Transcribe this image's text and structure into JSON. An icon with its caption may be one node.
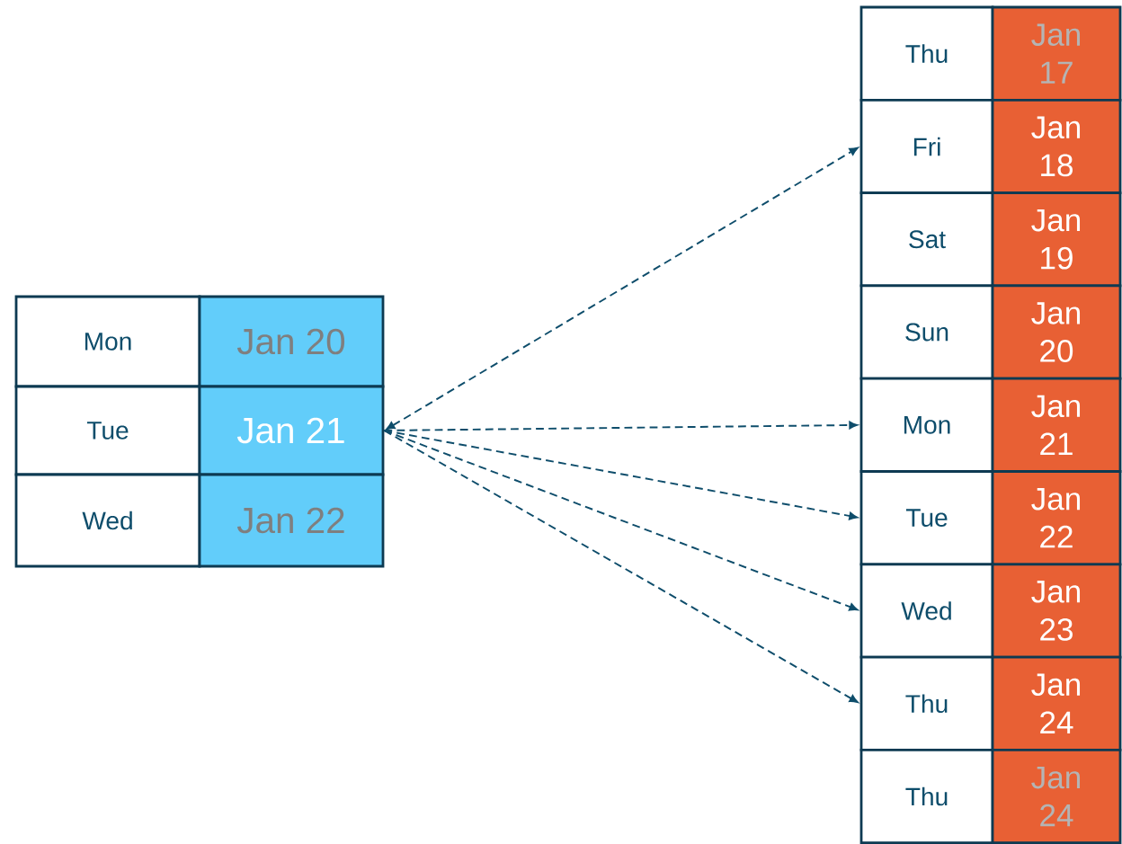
{
  "diagram": {
    "nodes": [
      {
        "text": [
          "Mon"
        ]
      },
      {
        "text": [
          "Jan 20"
        ]
      },
      {
        "text": [
          "Tue"
        ]
      },
      {
        "text": [
          "Jan 21"
        ]
      },
      {
        "text": [
          "Wed"
        ]
      },
      {
        "text": [
          "Jan 22"
        ]
      },
      {
        "text": [
          "Thu"
        ]
      },
      {
        "text": [
          "Jan 17"
        ]
      },
      {
        "text": [
          "Fri"
        ]
      },
      {
        "text": [
          "Jan 18"
        ]
      },
      {
        "text": [
          "Sat"
        ]
      },
      {
        "text": [
          "Jan 19"
        ]
      },
      {
        "text": [
          "Sun"
        ]
      },
      {
        "text": [
          "Jan 20"
        ]
      },
      {
        "text": [
          "Mon"
        ]
      },
      {
        "text": [
          "Jan 21"
        ]
      },
      {
        "text": [
          "Tue"
        ]
      },
      {
        "text": [
          "Jan 22"
        ]
      },
      {
        "text": [
          "Wed"
        ]
      },
      {
        "text": [
          "Jan 23"
        ]
      },
      {
        "text": [
          "Thu"
        ]
      },
      {
        "text": [
          "Jan 24"
        ]
      },
      {
        "text": [
          "Thu"
        ]
      },
      {
        "text": [
          "Jan 24"
        ]
      }
    ],
    "edges": [
      {
        "from": 3,
        "to": 8,
        "arrow": "both",
        "style": "dashed"
      },
      {
        "from": 3,
        "to": 14,
        "arrow": "to",
        "style": "dashed"
      },
      {
        "from": 3,
        "to": 16,
        "arrow": "to",
        "style": "dashed"
      },
      {
        "from": 3,
        "to": 18,
        "arrow": "to",
        "style": "dashed"
      },
      {
        "from": 3,
        "to": 20,
        "arrow": "to",
        "style": "dashed"
      }
    ]
  }
}
